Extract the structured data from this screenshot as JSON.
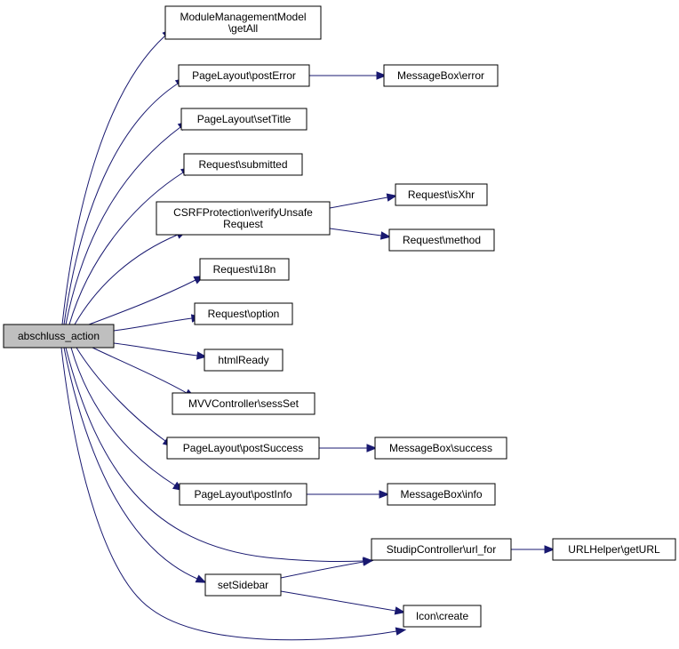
{
  "graph": {
    "nodes": [
      {
        "id": "root",
        "lines": [
          "abschluss_action"
        ],
        "highlight": true
      },
      {
        "id": "n1",
        "lines": [
          "ModuleManagementModel",
          "\\getAll"
        ]
      },
      {
        "id": "n2",
        "lines": [
          "PageLayout\\postError"
        ]
      },
      {
        "id": "n3",
        "lines": [
          "MessageBox\\error"
        ]
      },
      {
        "id": "n4",
        "lines": [
          "PageLayout\\setTitle"
        ]
      },
      {
        "id": "n5",
        "lines": [
          "Request\\submitted"
        ]
      },
      {
        "id": "n6",
        "lines": [
          "CSRFProtection\\verifyUnsafe",
          "Request"
        ]
      },
      {
        "id": "n7",
        "lines": [
          "Request\\isXhr"
        ]
      },
      {
        "id": "n8",
        "lines": [
          "Request\\method"
        ]
      },
      {
        "id": "n9",
        "lines": [
          "Request\\i18n"
        ]
      },
      {
        "id": "n10",
        "lines": [
          "Request\\option"
        ]
      },
      {
        "id": "n11",
        "lines": [
          "htmlReady"
        ]
      },
      {
        "id": "n12",
        "lines": [
          "MVVController\\sessSet"
        ]
      },
      {
        "id": "n13",
        "lines": [
          "PageLayout\\postSuccess"
        ]
      },
      {
        "id": "n14",
        "lines": [
          "MessageBox\\success"
        ]
      },
      {
        "id": "n15",
        "lines": [
          "PageLayout\\postInfo"
        ]
      },
      {
        "id": "n16",
        "lines": [
          "MessageBox\\info"
        ]
      },
      {
        "id": "n17",
        "lines": [
          "StudipController\\url_for"
        ]
      },
      {
        "id": "n18",
        "lines": [
          "URLHelper\\getURL"
        ]
      },
      {
        "id": "n19",
        "lines": [
          "setSidebar"
        ]
      },
      {
        "id": "n20",
        "lines": [
          "Icon\\create"
        ]
      }
    ],
    "edges": [
      {
        "from": "root",
        "to": "n1"
      },
      {
        "from": "root",
        "to": "n2"
      },
      {
        "from": "n2",
        "to": "n3"
      },
      {
        "from": "root",
        "to": "n4"
      },
      {
        "from": "root",
        "to": "n5"
      },
      {
        "from": "root",
        "to": "n6"
      },
      {
        "from": "n6",
        "to": "n7"
      },
      {
        "from": "n6",
        "to": "n8"
      },
      {
        "from": "root",
        "to": "n9"
      },
      {
        "from": "root",
        "to": "n10"
      },
      {
        "from": "root",
        "to": "n11"
      },
      {
        "from": "root",
        "to": "n12"
      },
      {
        "from": "root",
        "to": "n13"
      },
      {
        "from": "n13",
        "to": "n14"
      },
      {
        "from": "root",
        "to": "n15"
      },
      {
        "from": "n15",
        "to": "n16"
      },
      {
        "from": "root",
        "to": "n17"
      },
      {
        "from": "n17",
        "to": "n18"
      },
      {
        "from": "root",
        "to": "n19"
      },
      {
        "from": "n19",
        "to": "n17"
      },
      {
        "from": "n19",
        "to": "n20"
      },
      {
        "from": "root",
        "to": "n20"
      }
    ],
    "colors": {
      "edge": "#191970",
      "root_fill": "#bfbfbf",
      "node_fill": "#ffffff",
      "node_stroke": "#000000"
    }
  }
}
